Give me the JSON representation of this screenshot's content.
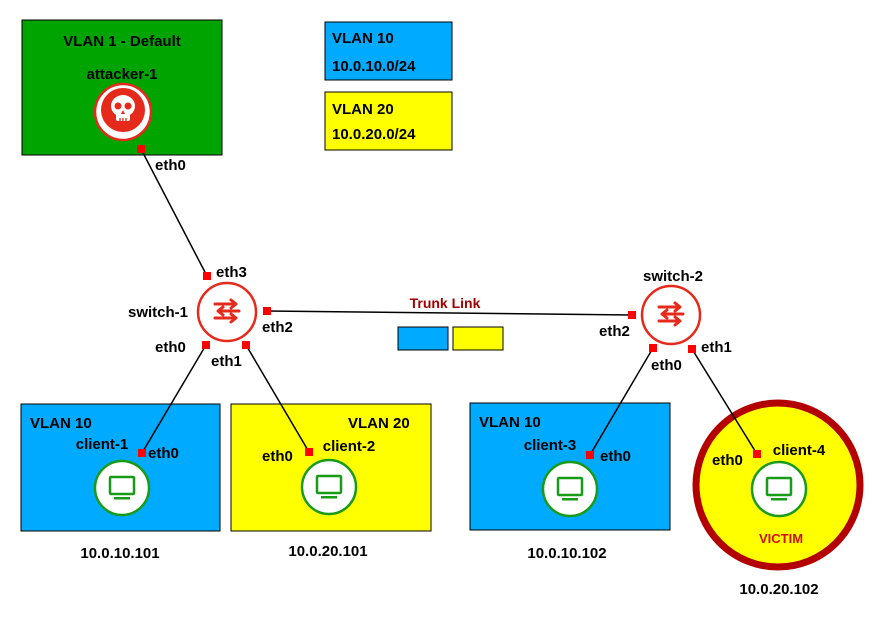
{
  "colors": {
    "vlan1": "#00a400",
    "vlan10": "#00aaff",
    "vlan20": "#ffff00",
    "node_red": "#e52a1b",
    "host_green": "#199b19",
    "port_red": "#ff0000",
    "victim_ring": "#b30000",
    "trunk_label": "#a00000",
    "victim_label": "#cc1100"
  },
  "legend": {
    "vlan10_title": "VLAN 10",
    "vlan10_subnet": "10.0.10.0/24",
    "vlan20_title": "VLAN 20",
    "vlan20_subnet": "10.0.20.0/24"
  },
  "zones": {
    "vlan1": "VLAN 1 - Default",
    "client1": "VLAN 10",
    "client2": "VLAN 20",
    "client3": "VLAN 10",
    "victim": "VICTIM"
  },
  "trunk": {
    "label": "Trunk Link"
  },
  "nodes": {
    "attacker": {
      "name": "attacker-1",
      "icon": "skull-icon",
      "port": "eth0"
    },
    "switch1": {
      "name": "switch-1",
      "icon": "switch-arrows-icon",
      "ports": [
        "eth3",
        "eth2",
        "eth0",
        "eth1"
      ]
    },
    "switch2": {
      "name": "switch-2",
      "icon": "switch-arrows-icon",
      "ports": [
        "eth2",
        "eth0",
        "eth1"
      ]
    },
    "client1": {
      "name": "client-1",
      "icon": "monitor-icon",
      "port": "eth0",
      "ip": "10.0.10.101"
    },
    "client2": {
      "name": "client-2",
      "icon": "monitor-icon",
      "port": "eth0",
      "ip": "10.0.20.101"
    },
    "client3": {
      "name": "client-3",
      "icon": "monitor-icon",
      "port": "eth0",
      "ip": "10.0.10.102"
    },
    "client4": {
      "name": "client-4",
      "icon": "monitor-icon",
      "port": "eth0",
      "ip": "10.0.20.102"
    }
  }
}
